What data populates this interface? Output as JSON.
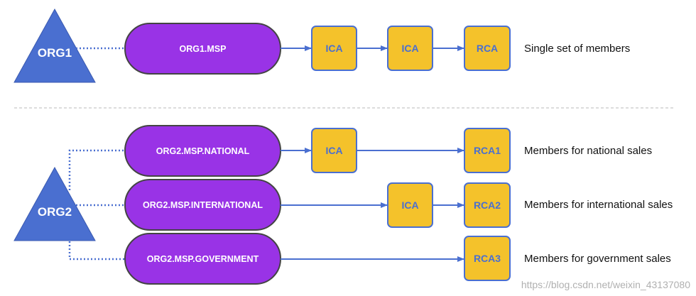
{
  "org1": {
    "triangle_label": "ORG1",
    "msp_label": "ORG1.MSP",
    "chain": [
      "ICA",
      "ICA",
      "RCA"
    ],
    "description": "Single set of members"
  },
  "org2": {
    "triangle_label": "ORG2",
    "branches": [
      {
        "msp_label": "ORG2.MSP.NATIONAL",
        "ica": "ICA",
        "rca": "RCA1",
        "description": "Members for national sales"
      },
      {
        "msp_label": "ORG2.MSP.INTERNATIONAL",
        "ica": "ICA",
        "rca": "RCA2",
        "description": "Members for international sales"
      },
      {
        "msp_label": "ORG2.MSP.GOVERNMENT",
        "rca": "RCA3",
        "description": "Members for government sales"
      }
    ]
  },
  "watermark": "https://blog.csdn.net/weixin_43137080",
  "colors": {
    "triangle": "#4a6fd0",
    "pill": "#9933e6",
    "box": "#f4c22b",
    "connector": "#4a6fd0"
  }
}
